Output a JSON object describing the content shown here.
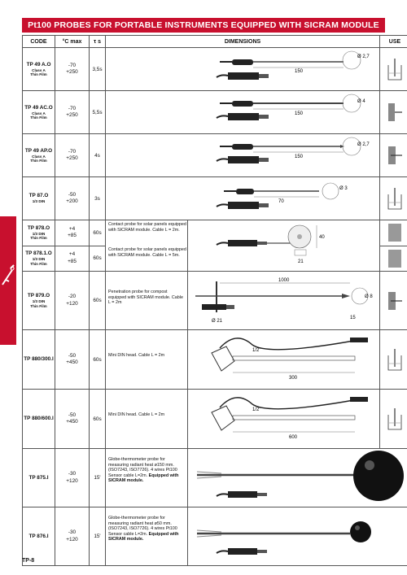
{
  "title": "Pt100 PROBES FOR PORTABLE INSTRUMENTS EQUIPPED WITH SICRAM MODULE",
  "headers": {
    "code": "CODE",
    "temp": "°C max",
    "tau": "τ s",
    "dimensions": "DIMENSIONS",
    "use": "USE"
  },
  "rows": [
    {
      "code": "TP 49 A.O",
      "sub1": "Class A",
      "sub2": "Thin Film",
      "tmin": "-70",
      "tmax": "+250",
      "tau": "3,5s",
      "dim1": "150",
      "dim2": "Ø 2,7"
    },
    {
      "code": "TP 49 AC.O",
      "sub1": "Class A",
      "sub2": "Thin Film",
      "tmin": "-70",
      "tmax": "+250",
      "tau": "5,5s",
      "dim1": "150",
      "dim2": "Ø 4"
    },
    {
      "code": "TP 49 AP.O",
      "sub1": "Class A",
      "sub2": "Thin Film",
      "tmin": "-70",
      "tmax": "+250",
      "tau": "4s",
      "dim1": "150",
      "dim2": "Ø 2,7"
    },
    {
      "code": "TP 87.O",
      "sub1": "1/3 DIN",
      "sub2": "",
      "tmin": "-50",
      "tmax": "+200",
      "tau": "3s",
      "dim1": "70",
      "dim2": "Ø 3"
    },
    {
      "code": "TP 878.O",
      "sub1": "1/3 DIN",
      "sub2": "Thin Film",
      "tmin": "+4",
      "tmax": "+85",
      "tau": "60s",
      "desc": "Contact probe for solar panels equipped with SICRAM module. Cable L = 2m.",
      "dim1": "40",
      "dim2": "21"
    },
    {
      "code": "TP 878.1.O",
      "sub1": "1/3 DIN",
      "sub2": "Thin Film",
      "tmin": "+4",
      "tmax": "+85",
      "tau": "60s",
      "desc": "Contact probe for solar panels equipped with SICRAM module. Cable L = 5m."
    },
    {
      "code": "TP 879.O",
      "sub1": "1/3 DIN",
      "sub2": "Thin Film",
      "tmin": "-20",
      "tmax": "+120",
      "tau": "60s",
      "desc": "Penetration probe for compost equipped with SICRAM module. Cable L = 2m",
      "dim1": "1000",
      "dim2": "Ø 8",
      "dim3": "Ø 21",
      "dim4": "15"
    },
    {
      "code": "TP 880/300.I",
      "tmin": "-50",
      "tmax": "+450",
      "tau": "60s",
      "desc": "Mini DIN head. Cable L = 2m",
      "dim1": "1/2\"",
      "dim2": "300"
    },
    {
      "code": "TP 880/600.I",
      "tmin": "-50",
      "tmax": "+450",
      "tau": "60s",
      "desc": "Mini DIN head. Cable L = 2m",
      "dim1": "1/2\"",
      "dim2": "600"
    },
    {
      "code": "TP 875.I",
      "tmin": "-30",
      "tmax": "+120",
      "tau": "15'",
      "desc1": "Globe-thermometer probe for measuring radiant heat ø150 mm. (ISO7243, ISO7726). 4 wires Pt100 Sensor cable L=2m. ",
      "desc2": "Equipped with SICRAM module."
    },
    {
      "code": "TP 876.I",
      "tmin": "-30",
      "tmax": "+120",
      "tau": "15'",
      "desc1": "Globe-thermometer probe for measuring radiant heat ø50 mm. (ISO7243, ISO7726). 4 wires Pt100 Sensor cable L=2m. ",
      "desc2": "Equipped with SICRAM module."
    }
  ],
  "page_number": "TP-8"
}
